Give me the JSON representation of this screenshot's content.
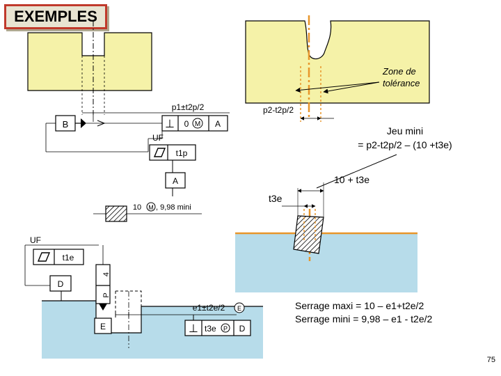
{
  "title": "EXEMPLES",
  "colors": {
    "part_fill": "#f5f2a8",
    "water_fill": "#b7dcea",
    "axis_orange": "#e8962a",
    "title_border": "#c0392b"
  },
  "top_left": {
    "dim_p1": "p1±t2p/2",
    "datum_B": "B",
    "perp_symbol": "⊥",
    "perp_value": "0",
    "perp_modifier": "M",
    "perp_datum": "A",
    "uf_label": "UF",
    "flatness_value": "t1p",
    "datum_A": "A",
    "gauge_label_num": "10",
    "gauge_label_mod": "M",
    "gauge_label_rest": ", 9,98 mini"
  },
  "top_right": {
    "zone_label_1": "Zone de",
    "zone_label_2": "tolérance",
    "dim_p2": "p2-t2p/2",
    "jeu_line1": "Jeu mini",
    "jeu_line2": "= p2-t2p/2  – (10 +t3e)",
    "dim_10": "10 + t3e",
    "t3e_label": "t3e"
  },
  "bottom_left": {
    "uf_label": "UF",
    "flatness_value": "t1e",
    "datum_D": "D",
    "p_label": "P",
    "four_label": "4",
    "datum_E": "E",
    "dim_e1": "e1±t2e/2",
    "e_circle": "E",
    "perp_symbol": "⊥",
    "perp_value": "t3e",
    "perp_modifier": "P",
    "perp_datum": "D"
  },
  "bottom_right": {
    "serrage_max": "Serrage maxi = 10 – e1+t2e/2",
    "serrage_min": "Serrage mini = 9,98 – e1 - t2e/2"
  },
  "page_number": "75"
}
